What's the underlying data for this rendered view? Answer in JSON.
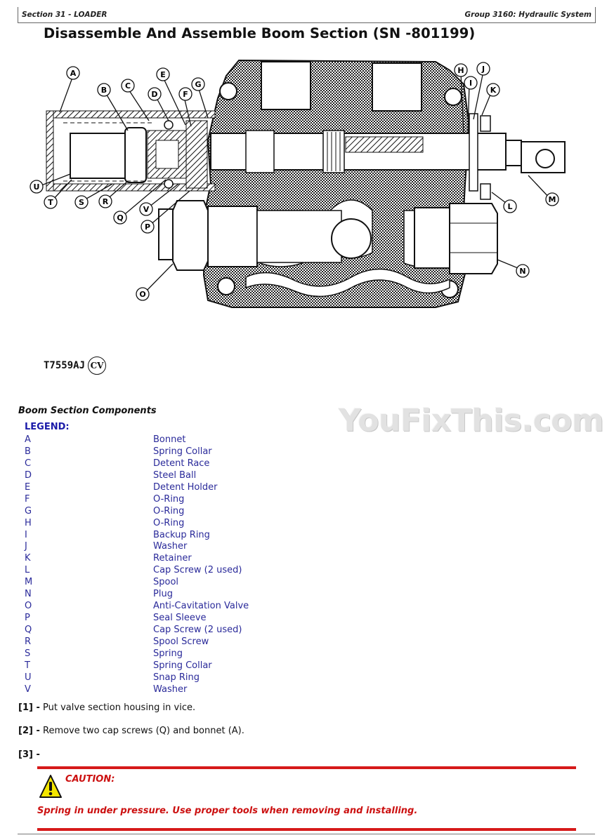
{
  "header": {
    "section": "Section 31 - LOADER",
    "group": "Group 3160: Hydraulic System"
  },
  "title": "Disassemble And Assemble Boom Section (SN -801199)",
  "figure": {
    "id": "T7559AJ",
    "badge": "CV",
    "callouts": [
      "A",
      "B",
      "C",
      "D",
      "E",
      "F",
      "G",
      "H",
      "I",
      "J",
      "K",
      "L",
      "M",
      "N",
      "O",
      "P",
      "Q",
      "R",
      "S",
      "T",
      "U",
      "V"
    ]
  },
  "watermark": "YouFixThis.com",
  "components_title": "Boom Section Components",
  "legend": {
    "heading": "LEGEND:",
    "items": [
      {
        "key": "A",
        "label": "Bonnet"
      },
      {
        "key": "B",
        "label": "Spring Collar"
      },
      {
        "key": "C",
        "label": "Detent Race"
      },
      {
        "key": "D",
        "label": "Steel Ball"
      },
      {
        "key": "E",
        "label": "Detent Holder"
      },
      {
        "key": "F",
        "label": "O-Ring"
      },
      {
        "key": "G",
        "label": "O-Ring"
      },
      {
        "key": "H",
        "label": "O-Ring"
      },
      {
        "key": "I",
        "label": "Backup Ring"
      },
      {
        "key": "J",
        "label": "Washer"
      },
      {
        "key": "K",
        "label": "Retainer"
      },
      {
        "key": "L",
        "label": "Cap Screw (2 used)"
      },
      {
        "key": "M",
        "label": "Spool"
      },
      {
        "key": "N",
        "label": "Plug"
      },
      {
        "key": "O",
        "label": "Anti-Cavitation Valve"
      },
      {
        "key": "P",
        "label": "Seal Sleeve"
      },
      {
        "key": "Q",
        "label": "Cap Screw (2 used)"
      },
      {
        "key": "R",
        "label": "Spool Screw"
      },
      {
        "key": "S",
        "label": "Spring"
      },
      {
        "key": "T",
        "label": "Spring Collar"
      },
      {
        "key": "U",
        "label": "Snap Ring"
      },
      {
        "key": "V",
        "label": "Washer"
      }
    ]
  },
  "steps": [
    {
      "num": "[1] -",
      "text": " Put valve section housing in vice."
    },
    {
      "num": "[2] -",
      "text": " Remove two cap screws (Q) and bonnet (A)."
    },
    {
      "num": "[3] -",
      "text": ""
    }
  ],
  "caution": {
    "label": "CAUTION:",
    "message": "Spring in under pressure. Use proper tools when removing and installing.",
    "color": "#cc1111"
  }
}
